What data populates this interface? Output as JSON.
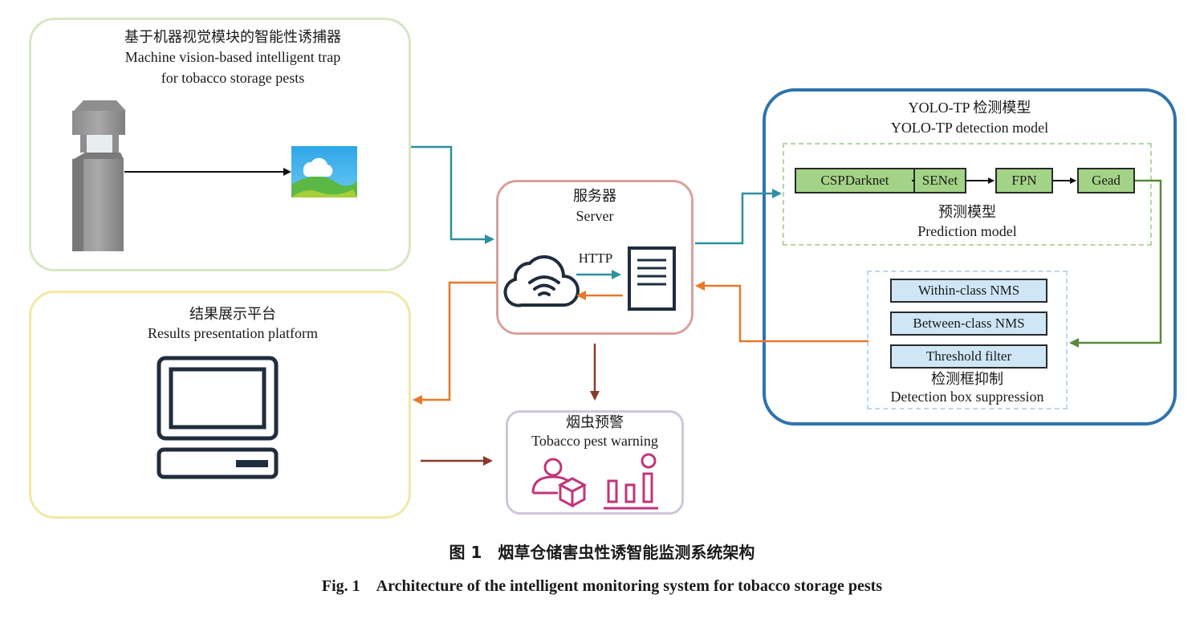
{
  "trap": {
    "title_cn": "基于机器视觉模块的智能性诱捕器",
    "title_en_1": "Machine vision-based intelligent trap",
    "title_en_2": "for tobacco storage pests"
  },
  "server": {
    "title_cn": "服务器",
    "title_en": "Server",
    "protocol": "HTTP"
  },
  "results": {
    "title_cn": "结果展示平台",
    "title_en": "Results presentation platform"
  },
  "warning": {
    "title_cn": "烟虫预警",
    "title_en": "Tobacco pest warning"
  },
  "yolo": {
    "title_1": "YOLO-TP 检测模型",
    "title_2": "YOLO-TP detection model",
    "prediction": {
      "modules": [
        "CSPDarknet",
        "SENet",
        "FPN",
        "Gead"
      ],
      "label_cn": "预测模型",
      "label_en": "Prediction model"
    },
    "suppression": {
      "steps": [
        "Within-class NMS",
        "Between-class NMS",
        "Threshold filter"
      ],
      "label_cn": "检测框抑制",
      "label_en": "Detection box suppression"
    }
  },
  "caption": {
    "cn": "图 1　烟草仓储害虫性诱智能监测系统架构",
    "en": "Fig. 1　Architecture of the intelligent monitoring system for tobacco storage pests"
  },
  "colors": {
    "teal_arrow": "#2f8fa0",
    "orange_arrow": "#e8782a",
    "brown_arrow": "#8a3a2a",
    "green_arrow": "#5a8a3a",
    "yolo_border": "#2f73ad",
    "module_fill": "#a3d386",
    "nms_fill": "#cfe6f7",
    "warning_icon": "#c2357a"
  }
}
